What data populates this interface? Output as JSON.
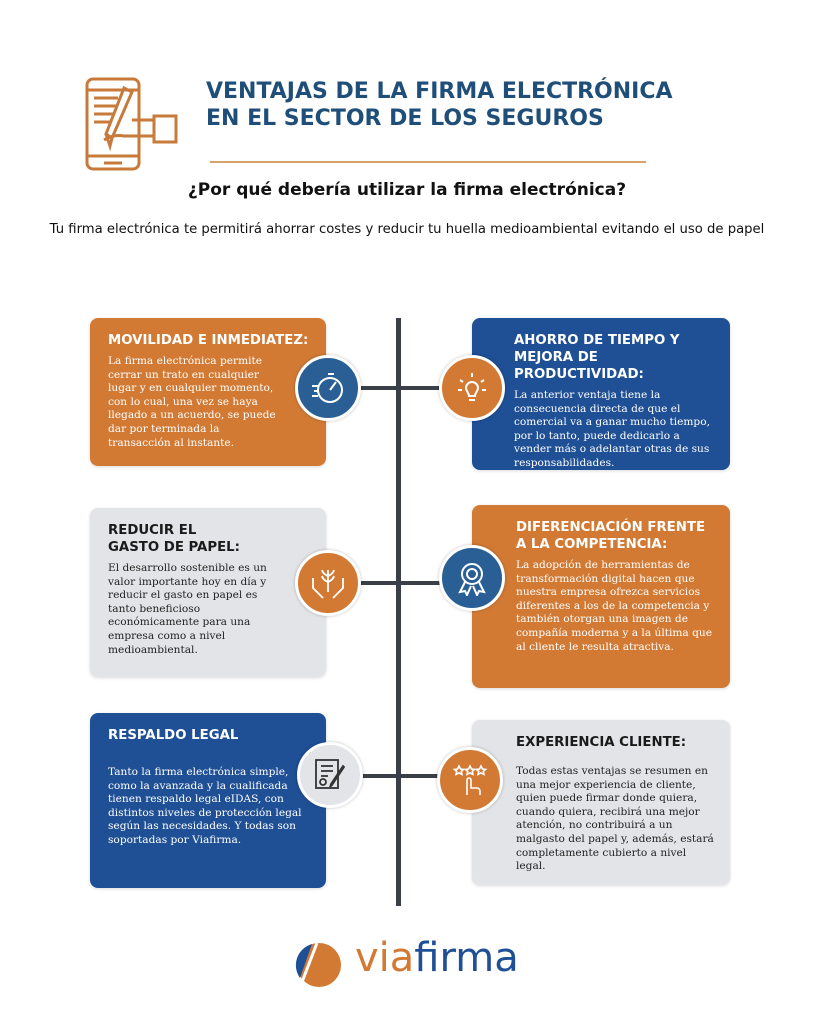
{
  "header": {
    "title_line1": "VENTAJAS DE LA FIRMA ELECTRÓNICA",
    "title_line2": "EN EL SECTOR DE LOS SEGUROS",
    "subtitle": "¿Por qué debería utilizar la firma electrónica?",
    "intro": "Tu firma electrónica te permitirá ahorrar costes y reducir tu huella medioambiental evitando el uso de papel",
    "icon": "phone-signing-icon"
  },
  "cards": [
    {
      "title": "MOVILIDAD E INMEDIATEZ:",
      "text": "La firma electrónica permite cerrar un trato en cualquier lugar y en cualquier momento, con lo cual, una vez se haya llegado a un acuerdo, se puede dar por terminada la transacción al instante.",
      "icon": "stopwatch-icon"
    },
    {
      "title": "AHORRO DE TIEMPO Y MEJORA DE PRODUCTIVIDAD:",
      "text": "La anterior ventaja tiene la consecuencia directa de que el comercial va a ganar mucho tiempo, por lo tanto, puede dedicarlo a vender más o adelantar otras de sus responsabilidades.",
      "icon": "lightbulb-icon"
    },
    {
      "title": "REDUCIR EL GASTO DE PAPEL:",
      "text": "El desarrollo sostenible es un valor importante hoy en día y reducir el gasto en papel es tanto beneficioso económicamente para una empresa como a nivel medioambiental.",
      "icon": "hands-plant-icon"
    },
    {
      "title": "DIFERENCIACIÓN FRENTE A LA COMPETENCIA:",
      "text": "La adopción de herramientas de transformación digital hacen que nuestra empresa ofrezca servicios diferentes a los de la competencia y también otorgan una imagen de compañía moderna y a la última que al cliente le resulta atractiva.",
      "icon": "award-ribbon-icon"
    },
    {
      "title": "RESPALDO LEGAL",
      "text": "Tanto la firma electrónica simple, como la avanzada y la cualificada tienen respaldo legal eIDAS, con distintos niveles de protección legal según las necesidades. Y todas son soportadas por Viafirma.",
      "icon": "signed-document-icon"
    },
    {
      "title": "EXPERIENCIA CLIENTE:",
      "text": "Todas estas ventajas se resumen en una mejor experiencia de cliente, quien puede firmar donde quiera, cuando quiera, recibirá una mejor atención, no contribuirá a un malgasto del papel y, además, estará completamente cubierto a nivel legal.",
      "icon": "hand-stars-rating-icon"
    }
  ],
  "logo": {
    "part1": "via",
    "part2": "firma"
  },
  "colors": {
    "orange": "#d27a34",
    "blue": "#1f4f95",
    "gray": "#e3e4e7",
    "title": "#1f4e79"
  }
}
